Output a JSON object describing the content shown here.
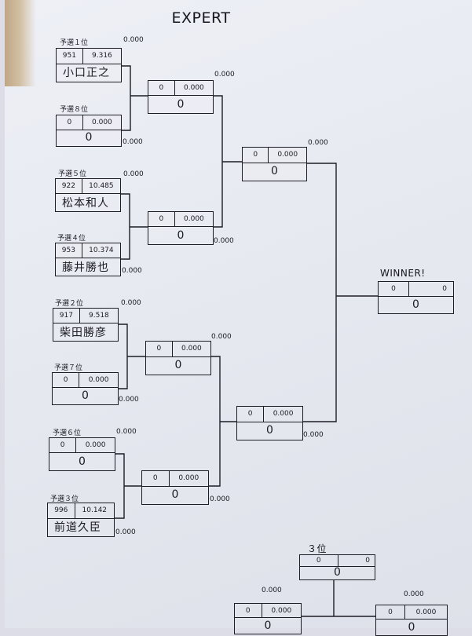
{
  "title": "EXPERT",
  "bracket": {
    "r1": [
      {
        "seed": "予選１位",
        "num": "951",
        "time": "9.316",
        "name": "小口正之",
        "side_score": "0.000"
      },
      {
        "seed": "予選８位",
        "num": "0",
        "time": "0.000",
        "score": "0",
        "side_score": "0.000"
      },
      {
        "seed": "予選５位",
        "num": "922",
        "time": "10.485",
        "name": "松本和人",
        "side_score": "0.000"
      },
      {
        "seed": "予選４位",
        "num": "953",
        "time": "10.374",
        "name": "藤井勝也",
        "side_score": "0.000"
      },
      {
        "seed": "予選２位",
        "num": "917",
        "time": "9.518",
        "name": "柴田勝彦",
        "side_score": "0.000"
      },
      {
        "seed": "予選７位",
        "num": "0",
        "time": "0.000",
        "score": "0",
        "side_score": "0.000"
      },
      {
        "seed": "予選６位",
        "num": "0",
        "time": "0.000",
        "score": "0",
        "side_score": "0.000"
      },
      {
        "seed": "予選３位",
        "num": "996",
        "time": "10.142",
        "name": "前道久臣",
        "side_score": "0.000"
      }
    ],
    "r2": [
      {
        "num": "0",
        "time": "0.000",
        "score": "0",
        "side_score": "0.000"
      },
      {
        "num": "0",
        "time": "0.000",
        "score": "0",
        "side_score": "0.000"
      },
      {
        "num": "0",
        "time": "0.000",
        "score": "0",
        "side_score": "0.000"
      },
      {
        "num": "0",
        "time": "0.000",
        "score": "0",
        "side_score": "0.000"
      }
    ],
    "r3": [
      {
        "num": "0",
        "time": "0.000",
        "score": "0",
        "side_score": "0.000"
      },
      {
        "num": "0",
        "time": "0.000",
        "score": "0",
        "side_score": "0.000"
      }
    ],
    "winner": {
      "label": "WINNER!",
      "num": "0",
      "time": "0",
      "score": "0"
    },
    "third": {
      "label": "３位",
      "result": {
        "num": "0",
        "time": "0",
        "score": "0"
      },
      "left": {
        "num": "0",
        "time": "0.000",
        "score": "0",
        "side_score": "0.000"
      },
      "right": {
        "num": "0",
        "time": "0.000",
        "score": "0",
        "side_score": "0.000"
      }
    }
  }
}
